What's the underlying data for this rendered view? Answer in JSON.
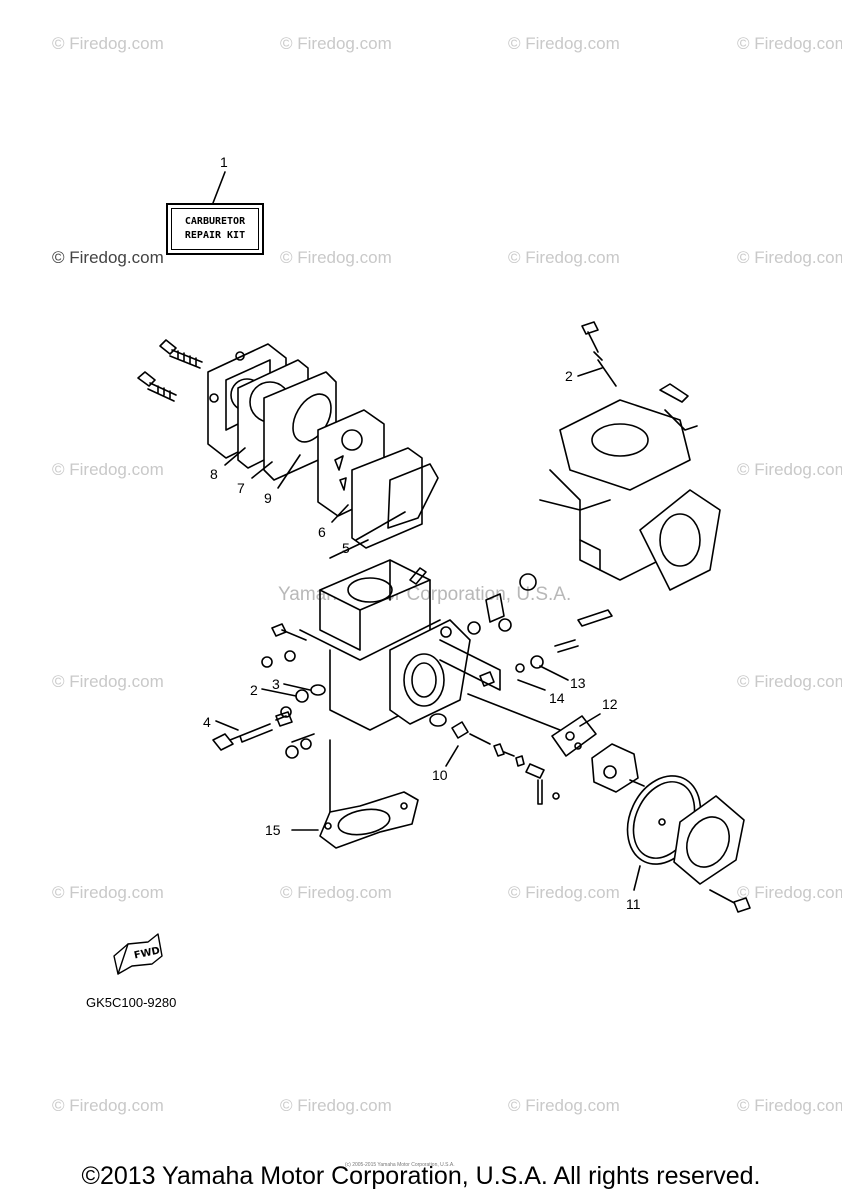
{
  "watermark": "© Firedog.com",
  "center_watermark": "Yamaha Motor Corporation, U.S.A.",
  "kit_label": {
    "line1": "CARBURETOR",
    "line2": "REPAIR KIT"
  },
  "callouts": [
    "1",
    "2",
    "3",
    "4",
    "5",
    "6",
    "7",
    "8",
    "9",
    "10",
    "11",
    "12",
    "13",
    "14",
    "15",
    "2"
  ],
  "fwd_label": "FWD",
  "diagram_code": "GK5C100-9280",
  "fine_print": "(c) 2005-2015 Yamaha Motor Corporation, U.S.A.",
  "copyright": "©2013 Yamaha Motor Corporation, U.S.A. All rights reserved."
}
